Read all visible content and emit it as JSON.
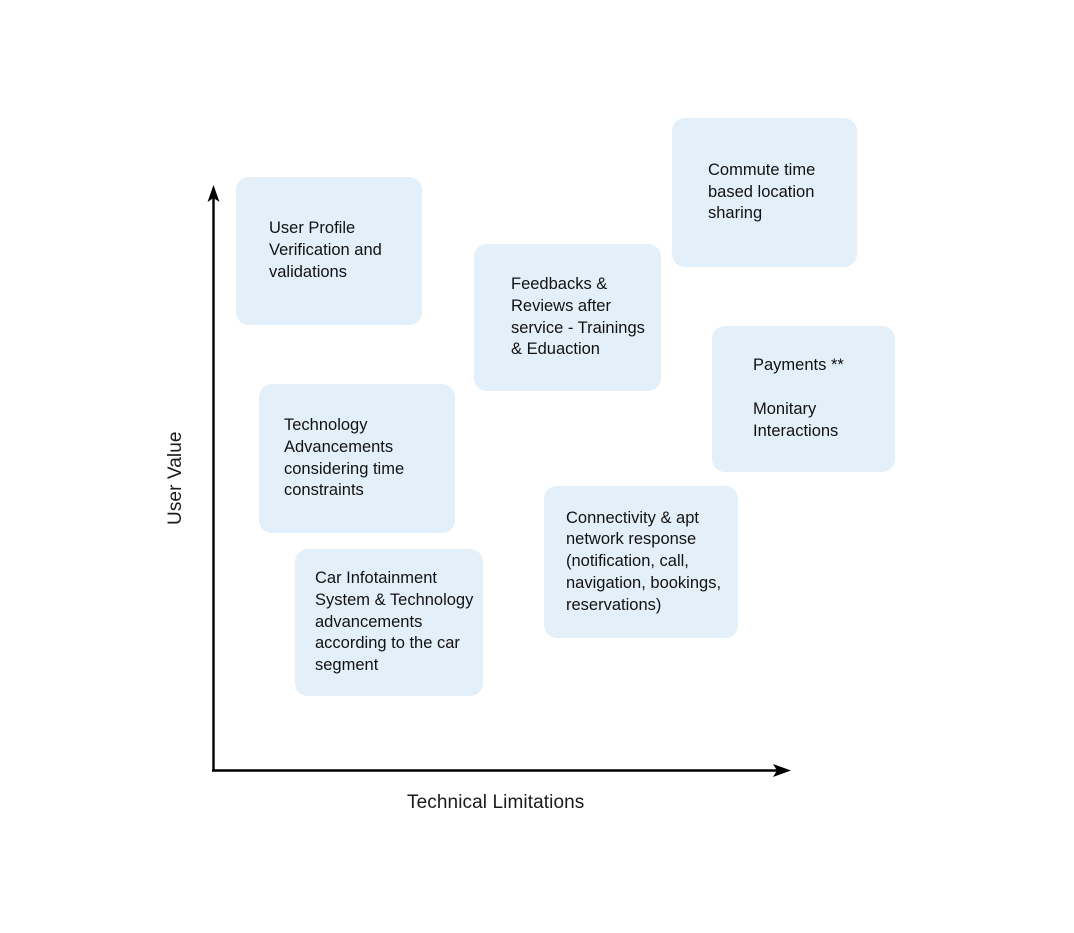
{
  "chart_data": {
    "type": "scatter",
    "title": "",
    "xlabel": "Technical Limitations",
    "ylabel": "User Value",
    "grid": false,
    "legend": "none",
    "axis_style": "arrow",
    "note": "Qualitative 2x2-style prioritization matrix; items placed as labelled cards, no numeric ticks.",
    "categories": [
      "User Profile Verification and validations",
      "Feedbacks & Reviews after service - Trainings & Eduaction",
      "Commute time based location sharing",
      "Technology Advancements considering time constraints",
      "Payments ** / Monitary Interactions",
      "Connectivity & apt network response (notification, call, navigation, bookings, reservations)",
      "Car Infotainment System & Technology advancements according to the car segment"
    ],
    "points": [
      {
        "label": "User Profile Verification and validations",
        "x_rel": 0.12,
        "y_rel": 0.88
      },
      {
        "label": "Feedbacks & Reviews after service - Trainings & Eduaction",
        "x_rel": 0.45,
        "y_rel": 0.76
      },
      {
        "label": "Commute time based location sharing",
        "x_rel": 0.79,
        "y_rel": 0.94
      },
      {
        "label": "Technology Advancements considering time constraints",
        "x_rel": 0.17,
        "y_rel": 0.53
      },
      {
        "label": "Payments ** / Monitary Interactions",
        "x_rel": 0.86,
        "y_rel": 0.63
      },
      {
        "label": "Connectivity & apt network response (notification, call, navigation, bookings, reservations)",
        "x_rel": 0.6,
        "y_rel": 0.35
      },
      {
        "label": "Car Infotainment System & Technology advancements according to the car segment",
        "x_rel": 0.24,
        "y_rel": 0.25
      }
    ]
  },
  "axes": {
    "y_label": "User Value",
    "x_label": "Technical Limitations",
    "line_color": "#000000"
  },
  "colors": {
    "card_fill": "#e3eff9",
    "text": "#121212",
    "axis": "#000000",
    "background": "#ffffff"
  },
  "cards": [
    {
      "id": "user-profile-verification",
      "text": "User Profile\nVerification and\nvalidations"
    },
    {
      "id": "feedbacks-reviews",
      "text": "Feedbacks &\nReviews after\nservice - Trainings\n& Eduaction"
    },
    {
      "id": "commute-time-location-sharing",
      "text": "Commute time\nbased location\nsharing"
    },
    {
      "id": "technology-advancements-time",
      "text": "Technology\nAdvancements\nconsidering time\nconstraints"
    },
    {
      "id": "payments-monitary-interactions",
      "text": "Payments **\n\nMonitary\nInteractions"
    },
    {
      "id": "connectivity-network-response",
      "text": "Connectivity & apt\nnetwork response\n(notification, call,\nnavigation, bookings,\nreservations)"
    },
    {
      "id": "car-infotainment-system",
      "text": "Car Infotainment\nSystem & Technology\nadvancements\naccording to the car\nsegment"
    }
  ]
}
